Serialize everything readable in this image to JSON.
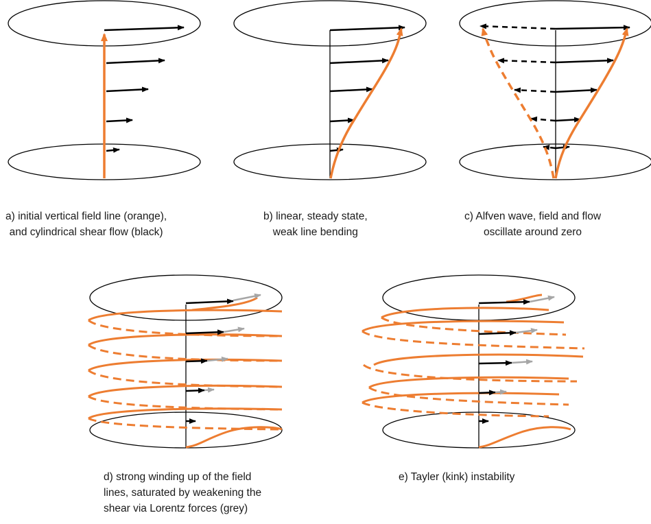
{
  "colors": {
    "field_line": "#ED7D31",
    "flow": "#000000",
    "lorentz_flow": "#A6A6A6",
    "outline": "#000000"
  },
  "panels": [
    {
      "caption": [
        "a) initial vertical field line (orange),",
        "and cylindrical shear flow (black)"
      ]
    },
    {
      "caption": [
        "b) linear, steady state,",
        "weak line bending"
      ]
    },
    {
      "caption": [
        "c) Alfven wave, field and flow",
        "oscillate around zero"
      ]
    },
    {
      "caption": [
        "d) strong winding up of the field",
        "lines, saturated by weakening the",
        "shear via Lorentz forces (grey)"
      ]
    },
    {
      "caption": [
        "e) Tayler (kink) instability"
      ]
    }
  ]
}
